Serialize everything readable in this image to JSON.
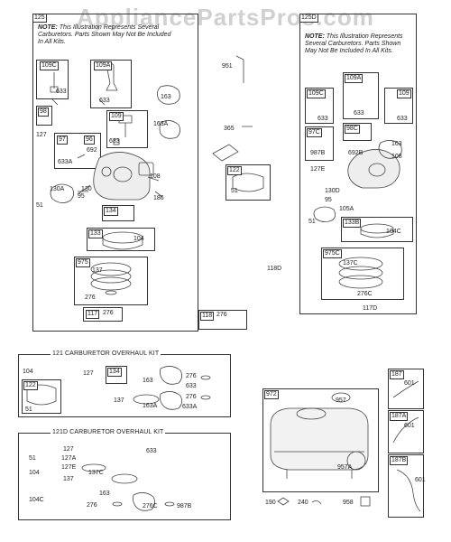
{
  "watermark": "AppliancePartsPros.com",
  "panels": {
    "p125": {
      "tag": "125",
      "note_bold": "NOTE:",
      "note_text": "This Illustration Represents Several Carburetors. Parts Shown May Not Be Included In All Kits."
    },
    "p125d": {
      "tag": "125D",
      "note_bold": "NOTE:",
      "note_text": "This Illustration Represents Several Carburetors. Parts Shown May Not Be Included In All Kits."
    },
    "k121": {
      "title": "121 CARBURETOR OVERHAUL KIT"
    },
    "k121d": {
      "title": "121D CARBURETOR OVERHAUL KIT"
    }
  },
  "left_assembly": {
    "tags": [
      "109C",
      "109A",
      "109",
      "98",
      "97",
      "96",
      "134",
      "133",
      "975",
      "117"
    ],
    "labels": [
      "633",
      "633",
      "633",
      "163",
      "163A",
      "127",
      "692",
      "633A",
      "108",
      "130A",
      "130",
      "95",
      "51",
      "186",
      "104",
      "137",
      "276",
      "276"
    ]
  },
  "middle_parts": {
    "tags": [
      "122",
      "118"
    ],
    "labels": [
      "951",
      "365",
      "51",
      "118D",
      "276"
    ]
  },
  "right_assembly": {
    "tags": [
      "109A",
      "109C",
      "109",
      "97C",
      "98C",
      "133B",
      "975C"
    ],
    "labels": [
      "633",
      "633",
      "633",
      "987B",
      "692B",
      "163",
      "108",
      "127E",
      "130D",
      "95",
      "105A",
      "51",
      "104C",
      "137C",
      "276C",
      "117D"
    ]
  },
  "kit121": {
    "tags": [
      "122",
      "134"
    ],
    "labels": [
      "104",
      "127",
      "51",
      "163",
      "276",
      "633",
      "163A",
      "137",
      "276",
      "633A"
    ]
  },
  "kit121d": {
    "labels": [
      "127",
      "127A",
      "127E",
      "51",
      "104",
      "633",
      "137",
      "137C",
      "163",
      "104C",
      "276",
      "276C",
      "987B"
    ]
  },
  "tank": {
    "tags": [
      "972"
    ],
    "labels": [
      "957",
      "957A",
      "190",
      "240",
      "958"
    ]
  },
  "lines": {
    "tags": [
      "187",
      "187A",
      "187B"
    ],
    "labels": [
      "601",
      "601",
      "601"
    ]
  }
}
